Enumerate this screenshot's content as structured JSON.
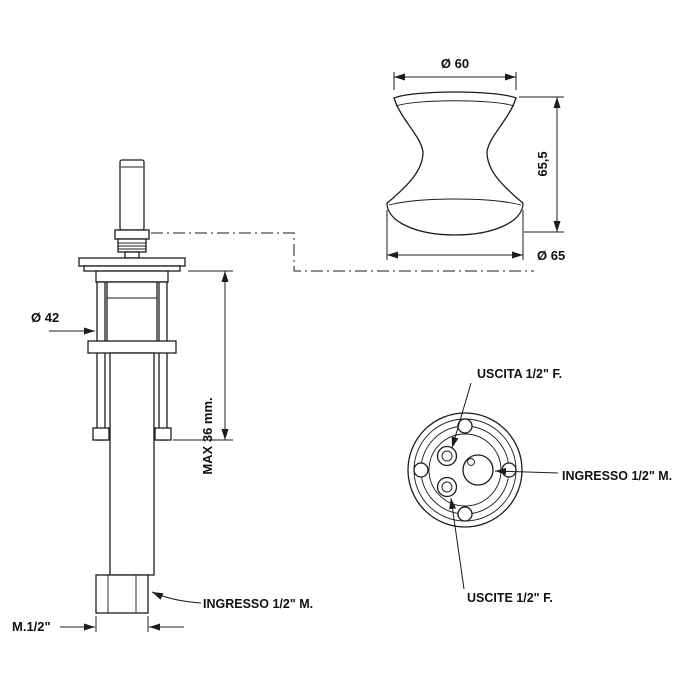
{
  "drawing": {
    "handle": {
      "dia_top": "Ø 60",
      "height": "65,5",
      "dia_bottom": "Ø 65"
    },
    "valve": {
      "dia_body": "Ø 42",
      "max_depth": "MAX 36  mm.",
      "thread": "M.1/2\"",
      "inlet_label": "INGRESSO 1/2\" M."
    },
    "bottom_view": {
      "outlet_top": "USCITA 1/2\" F.",
      "inlet_right": "INGRESSO 1/2\" M.",
      "outlets_bottom": "USCITE 1/2\" F."
    },
    "colors": {
      "line": "#1c1c1c",
      "background": "#ffffff"
    }
  }
}
